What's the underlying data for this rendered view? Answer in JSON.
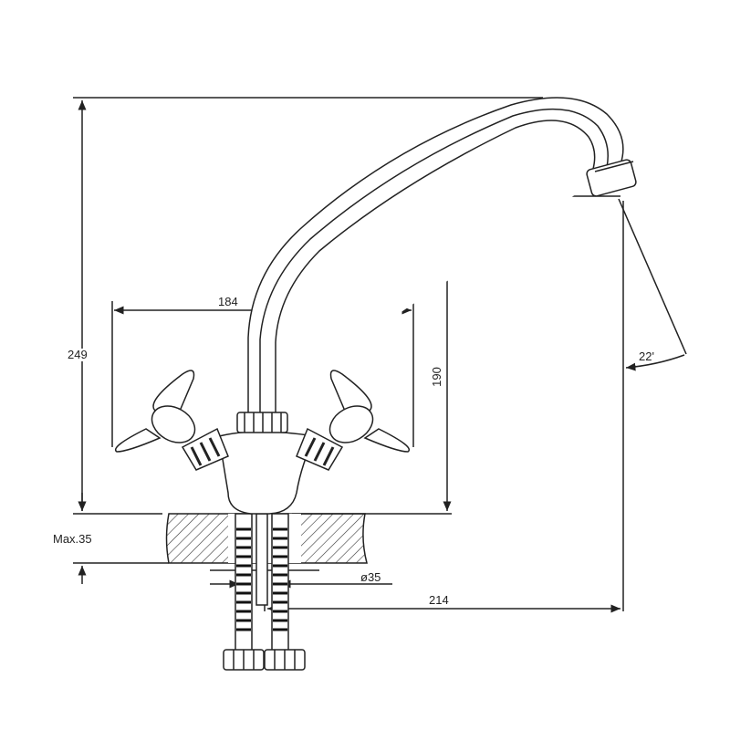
{
  "title": "Faucet technical drawing",
  "dimensions": {
    "total_height": "249",
    "handle_span": "184",
    "spout_height": "190",
    "spout_reach": "214",
    "spout_angle": "22'",
    "max_counter_thickness": "Max.35",
    "hole_diameter": "ø35"
  },
  "colors": {
    "line": "#222222",
    "background": "#ffffff"
  }
}
